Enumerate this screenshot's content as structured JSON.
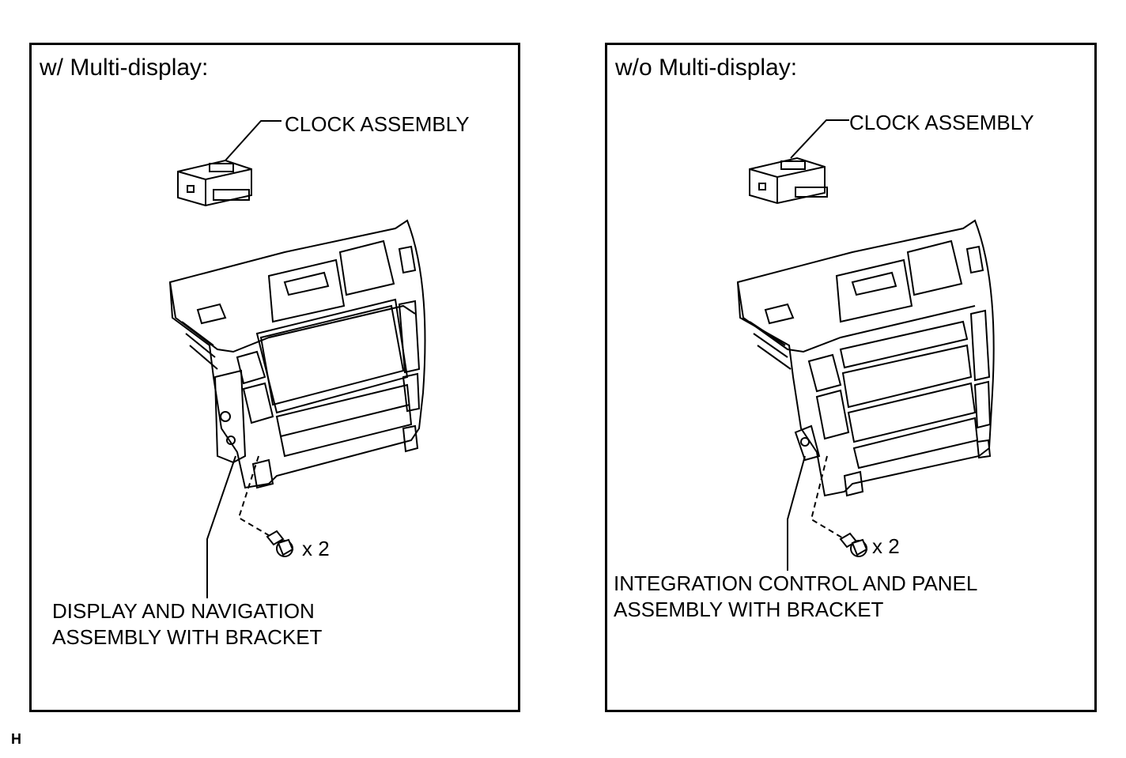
{
  "left_panel": {
    "title": "w/ Multi-display:",
    "clock_label": "CLOCK ASSEMBLY",
    "qty_label": "x 2",
    "assembly_label_line1": "DISPLAY AND NAVIGATION",
    "assembly_label_line2": "ASSEMBLY WITH BRACKET"
  },
  "right_panel": {
    "title": "w/o Multi-display:",
    "clock_label": "CLOCK ASSEMBLY",
    "qty_label": "x 2",
    "assembly_label_line1": "INTEGRATION CONTROL AND PANEL",
    "assembly_label_line2": "ASSEMBLY WITH BRACKET"
  },
  "corner_code": "H"
}
